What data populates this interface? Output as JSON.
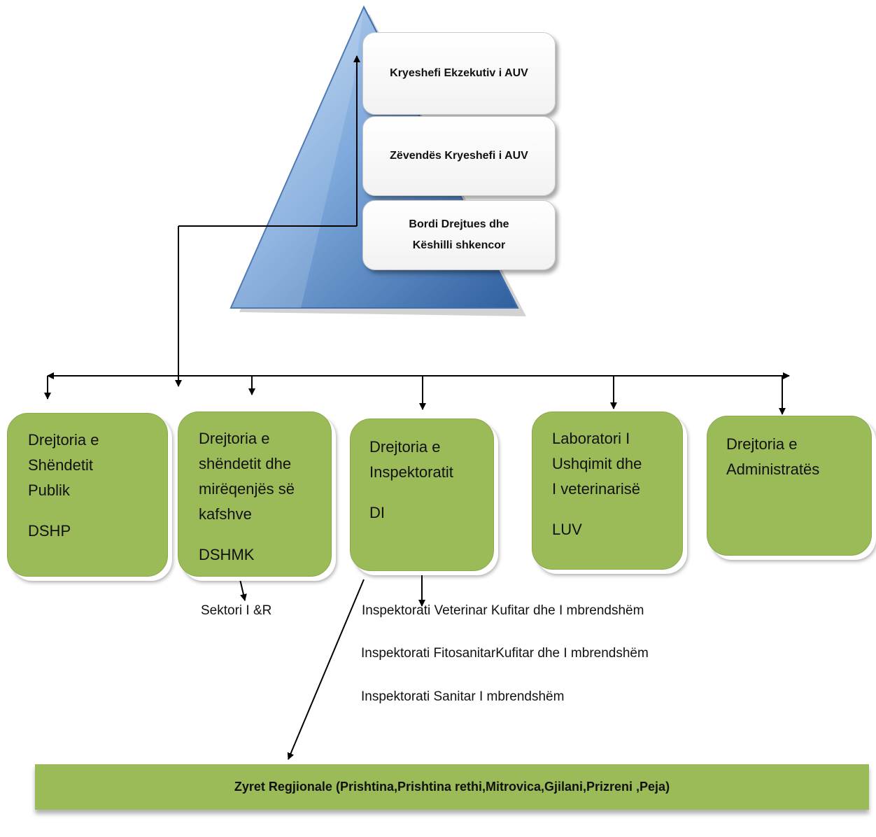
{
  "top_boxes": {
    "ceo": "Kryeshefi Ekzekutiv i AUV",
    "deputy": "Zëvendës Kryeshefi i AUV",
    "board_line1": "Bordi Drejtues dhe",
    "board_line2": "Këshilli shkencor"
  },
  "departments": [
    {
      "title": "Drejtoria e\nShëndetit\nPublik",
      "abbr": "DSHP"
    },
    {
      "title": "Drejtoria e\nshëndetit dhe\nmirëqenjës së\nkafshve",
      "abbr": "DSHMK"
    },
    {
      "title": "Drejtoria e\nInspektoratit",
      "abbr": "DI"
    },
    {
      "title": "Laboratori I\nUshqimit  dhe\nI veterinarisë",
      "abbr": "LUV"
    },
    {
      "title": "Drejtoria e\nAdministratës",
      "abbr": ""
    }
  ],
  "sub_units": {
    "sector": "Sektori I &R",
    "inspectorates": [
      "Inspektorati Veterinar Kufitar dhe I mbrendshëm",
      "Inspektorati FitosanitarKufitar dhe I mbrendshëm",
      "Inspektorati Sanitar I mbrendshëm"
    ]
  },
  "regional": "Zyret Regjionale (Prishtina,Prishtina rethi,Mitrovica,Gjilani,Prizreni ,Peja)",
  "colors": {
    "green": "#9bbb59",
    "pyramid": "#4f81bd"
  }
}
